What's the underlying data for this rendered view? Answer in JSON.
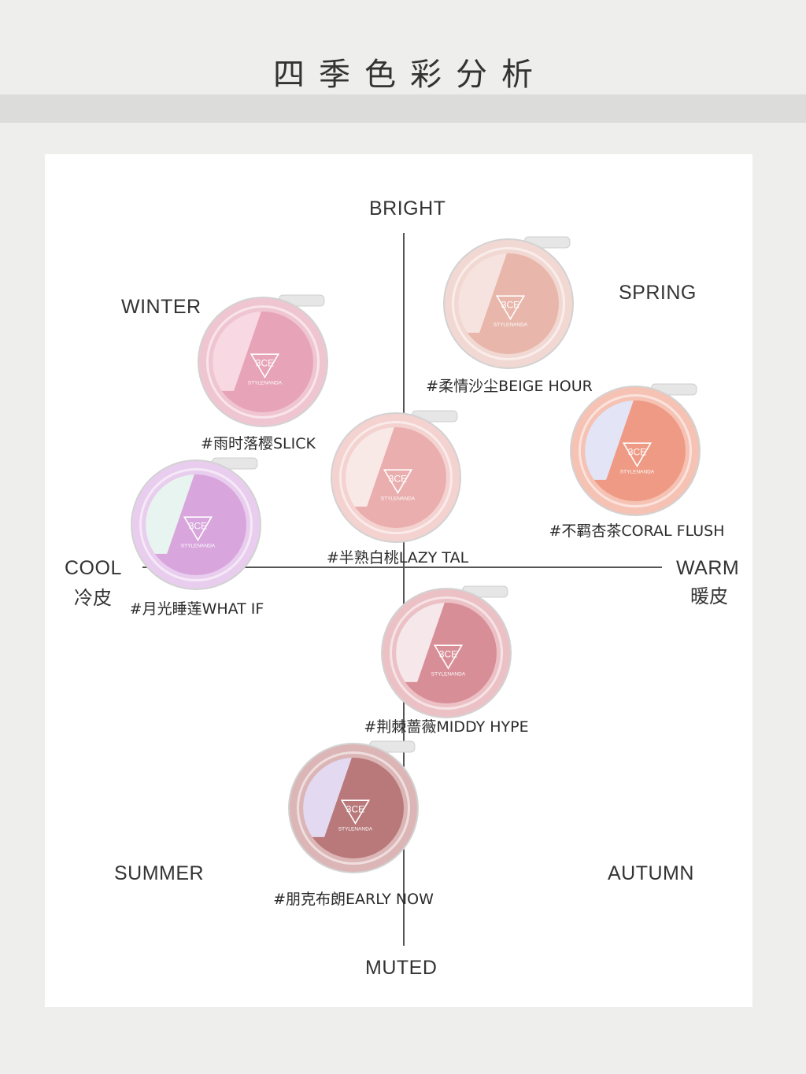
{
  "header": {
    "title": "四季色彩分析"
  },
  "axes": {
    "top": "BRIGHT",
    "bottom": "MUTED",
    "left": {
      "en": "COOL",
      "cn": "冷皮"
    },
    "right": {
      "en": "WARM",
      "cn": "暖皮"
    }
  },
  "seasons": {
    "top_left": "WINTER",
    "top_right": "SPRING",
    "bottom_left": "SUMMER",
    "bottom_right": "AUTUMN"
  },
  "brand": {
    "mark": "3CE",
    "name": "STYLENANDA"
  },
  "products": [
    {
      "label": "#柔情沙尘BEIGE HOUR",
      "base_color": "#e8b6aa",
      "highlight_color": "#f6e3df",
      "rim_color": "#f2d8d2"
    },
    {
      "label": "#雨时落樱SLICK",
      "base_color": "#e7a3b8",
      "highlight_color": "#f7d8e3",
      "rim_color": "#f0c5d2"
    },
    {
      "label": "#不羁杏茶CORAL FLUSH",
      "base_color": "#ef9a84",
      "highlight_color": "#e3e5f7",
      "rim_color": "#f5c2b4"
    },
    {
      "label": "#半熟白桃LAZY TAL",
      "base_color": "#eaaeae",
      "highlight_color": "#f8e9e7",
      "rim_color": "#f3d2d0"
    },
    {
      "label": "#月光睡莲WHAT IF",
      "base_color": "#d8a6dc",
      "highlight_color": "#e8f4ef",
      "rim_color": "#e9cdee"
    },
    {
      "label": "#荆棘蔷薇MIDDY HYPE",
      "base_color": "#d88e97",
      "highlight_color": "#f5e7ea",
      "rim_color": "#ecc1c6"
    },
    {
      "label": "#朋克布朗EARLY NOW",
      "base_color": "#b9797a",
      "highlight_color": "#e3daf2",
      "rim_color": "#dcb6b6"
    }
  ]
}
